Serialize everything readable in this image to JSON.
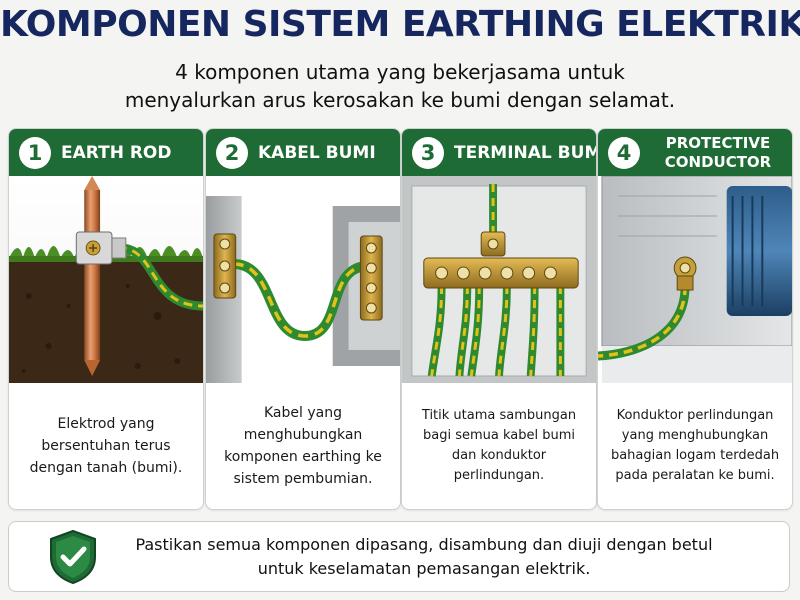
{
  "title": "KOMPONEN SISTEM EARTHING ELEKTRIK",
  "subtitle_line1": "4 komponen utama yang bekerjasama untuk",
  "subtitle_line2": "menyalurkan arus kerosakan ke bumi dengan selamat.",
  "colors": {
    "header_green": "#1e6b35",
    "title_navy": "#16265e",
    "copper": "#c8733f",
    "brass": "#b58a2e",
    "cable_green": "#2f8a2f",
    "cable_yellow": "#e2c21a"
  },
  "cards": [
    {
      "number": "1",
      "title": "EARTH ROD",
      "desc": "Elektrod yang bersentuhan terus dengan tanah (bumi).",
      "illustration": "earth-rod-in-soil"
    },
    {
      "number": "2",
      "title": "KABEL BUMI",
      "desc": "Kabel yang menghubungkan komponen earthing ke sistem pembumian.",
      "illustration": "earth-cable-between-clamps"
    },
    {
      "number": "3",
      "title": "TERMINAL BUMI",
      "desc": "Titik utama sambungan bagi semua kabel bumi dan konduktor perlindungan.",
      "illustration": "earth-terminal-bar"
    },
    {
      "number": "4",
      "title_line1": "PROTECTIVE",
      "title_line2": "CONDUCTOR",
      "desc": "Konduktor perlindungan yang menghubungkan bahagian logam terdedah pada peralatan ke bumi.",
      "illustration": "protective-conductor-on-motor"
    }
  ],
  "note": {
    "icon": "shield-check-icon",
    "line1": "Pastikan semua komponen dipasang, disambung dan diuji dengan betul",
    "line2": "untuk keselamatan pemasangan elektrik."
  }
}
